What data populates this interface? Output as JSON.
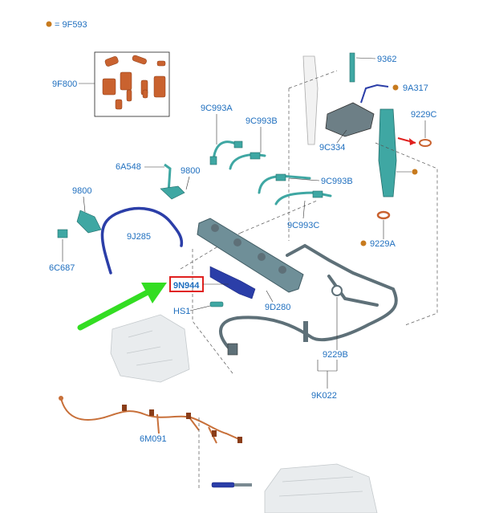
{
  "legend": {
    "text": "= 9F593",
    "dot_color": "#c77a1e"
  },
  "labels": {
    "l9F800": "9F800",
    "l9362": "9362",
    "l9A317": "9A317",
    "l9C993A": "9C993A",
    "l9C993B_top": "9C993B",
    "l9229C": "9229C",
    "l9C334": "9C334",
    "l6A548": "6A548",
    "l9800_a": "9800",
    "l9800_b": "9800",
    "l9C993B_mid": "9C993B",
    "l9J285": "9J285",
    "l9C993C": "9C993C",
    "l9229A": "9229A",
    "l6C687": "6C687",
    "l9N944": "9N944",
    "lHS1": "HS1",
    "l9D280": "9D280",
    "l9229B": "9229B",
    "l9K022": "9K022",
    "l6M091": "6M091"
  },
  "colors": {
    "label": "#1f6fbf",
    "highlight_box": "#e0201e",
    "arrow_green": "#33dd22",
    "arrow_red": "#e0201e",
    "dot": "#c77a1e"
  }
}
